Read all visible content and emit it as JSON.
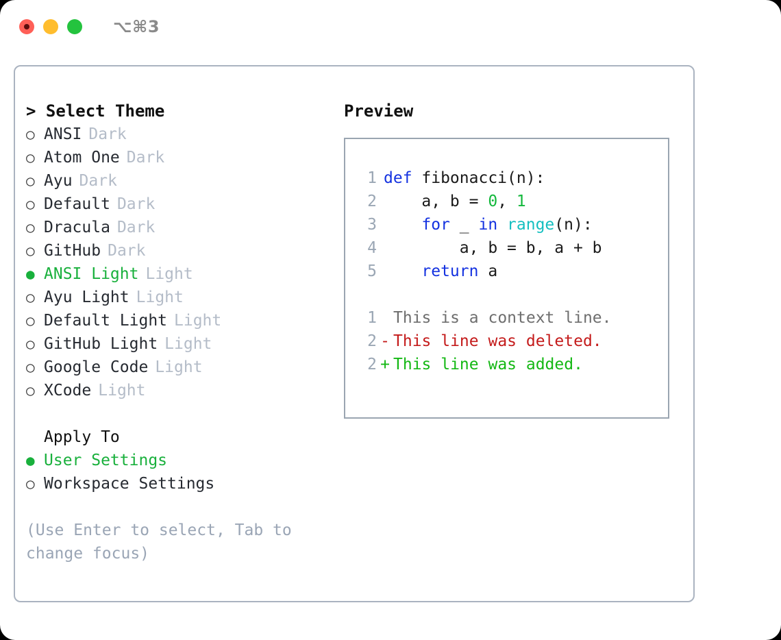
{
  "window": {
    "shortcut": "⌥⌘3",
    "traffic_lights": [
      {
        "name": "close",
        "color": "#ff5f57"
      },
      {
        "name": "minimize",
        "color": "#ffbd2e"
      },
      {
        "name": "zoom",
        "color": "#24c33e"
      }
    ]
  },
  "theme_panel": {
    "title": "> Select Theme",
    "selected_bullet": "●",
    "unselected_bullet": "○",
    "themes": [
      {
        "name": "ANSI",
        "category": "Dark",
        "selected": false
      },
      {
        "name": "Atom One",
        "category": "Dark",
        "selected": false
      },
      {
        "name": "Ayu",
        "category": "Dark",
        "selected": false
      },
      {
        "name": "Default",
        "category": "Dark",
        "selected": false
      },
      {
        "name": "Dracula",
        "category": "Dark",
        "selected": false
      },
      {
        "name": "GitHub",
        "category": "Dark",
        "selected": false
      },
      {
        "name": "ANSI Light",
        "category": "Light",
        "selected": true
      },
      {
        "name": "Ayu Light",
        "category": "Light",
        "selected": false
      },
      {
        "name": "Default Light",
        "category": "Light",
        "selected": false
      },
      {
        "name": "GitHub Light",
        "category": "Light",
        "selected": false
      },
      {
        "name": "Google Code",
        "category": "Light",
        "selected": false
      },
      {
        "name": "XCode",
        "category": "Light",
        "selected": false
      }
    ]
  },
  "apply_to": {
    "heading": "Apply To",
    "options": [
      {
        "label": "User Settings",
        "selected": true
      },
      {
        "label": "Workspace Settings",
        "selected": false
      }
    ]
  },
  "hint": "(Use Enter to select, Tab to change focus)",
  "preview": {
    "heading": "Preview",
    "code_lines": [
      {
        "no": "1",
        "tokens": [
          {
            "t": "def",
            "c": "kw"
          },
          {
            "t": " fibonacci(n):",
            "c": "pl"
          }
        ]
      },
      {
        "no": "2",
        "tokens": [
          {
            "t": "    a, b = ",
            "c": "pl"
          },
          {
            "t": "0",
            "c": "num"
          },
          {
            "t": ", ",
            "c": "pl"
          },
          {
            "t": "1",
            "c": "num"
          }
        ]
      },
      {
        "no": "3",
        "tokens": [
          {
            "t": "    ",
            "c": "pl"
          },
          {
            "t": "for",
            "c": "kw"
          },
          {
            "t": " _ ",
            "c": "pl"
          },
          {
            "t": "in",
            "c": "kw"
          },
          {
            "t": " ",
            "c": "pl"
          },
          {
            "t": "range",
            "c": "fn"
          },
          {
            "t": "(n):",
            "c": "pl"
          }
        ]
      },
      {
        "no": "4",
        "tokens": [
          {
            "t": "        a, b = b, a + b",
            "c": "pl"
          }
        ]
      },
      {
        "no": "5",
        "tokens": [
          {
            "t": "    ",
            "c": "pl"
          },
          {
            "t": "return",
            "c": "kw"
          },
          {
            "t": " a",
            "c": "pl"
          }
        ]
      }
    ],
    "diff_lines": [
      {
        "no": "1",
        "marker": " ",
        "text": "This is a context line.",
        "kind": "ctx"
      },
      {
        "no": "2",
        "marker": "-",
        "text": "This line was deleted.",
        "kind": "del"
      },
      {
        "no": "2",
        "marker": "+",
        "text": "This line was added.",
        "kind": "add"
      }
    ]
  },
  "colors": {
    "accent_green": "#19b03c",
    "diff_add": "#14b814",
    "diff_delete": "#c41b1b",
    "keyword_blue": "#1432e0",
    "function_cyan": "#14bfc0",
    "number_green": "#13b83c",
    "muted_gray": "#b4bcc8",
    "hint_gray": "#9aa5b5",
    "border_gray": "#aab3c0"
  }
}
